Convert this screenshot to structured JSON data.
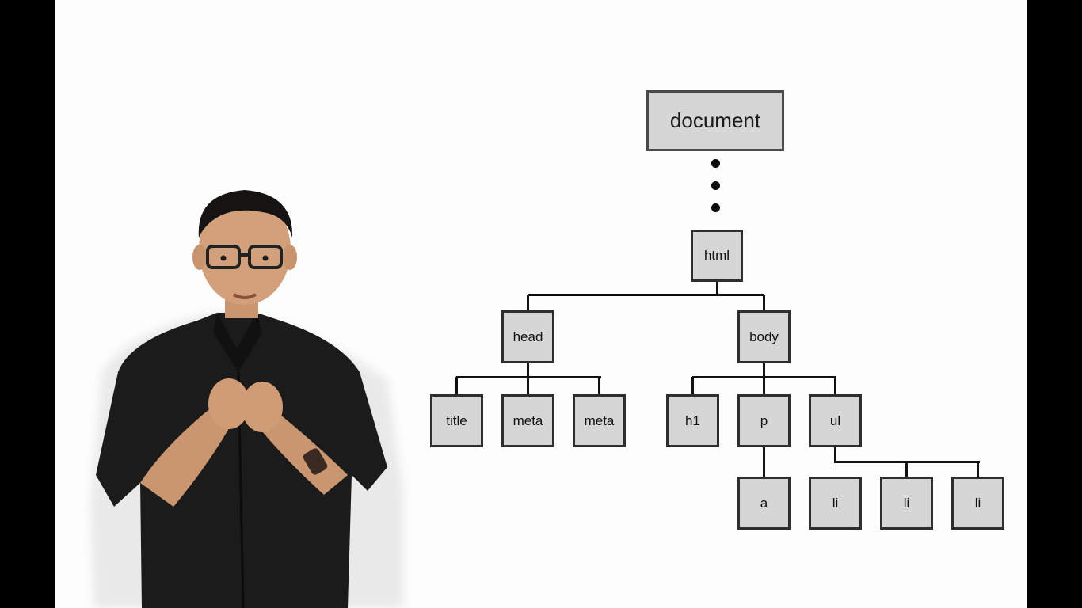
{
  "diagram": {
    "root": "document",
    "nodes": {
      "html": "html",
      "head": "head",
      "body": "body",
      "title": "title",
      "meta_1": "meta",
      "meta_2": "meta",
      "h1": "h1",
      "p": "p",
      "ul": "ul",
      "a": "a",
      "li_1": "li",
      "li_2": "li",
      "li_3": "li"
    }
  },
  "colors": {
    "node_fill": "#d6d6d6",
    "node_border": "#2e2e2e",
    "background": "#fdfdfd",
    "letterbox": "#000000"
  },
  "presenter": {
    "shirt_color": "#1b1b1b",
    "icon": "presenter-video-figure"
  }
}
